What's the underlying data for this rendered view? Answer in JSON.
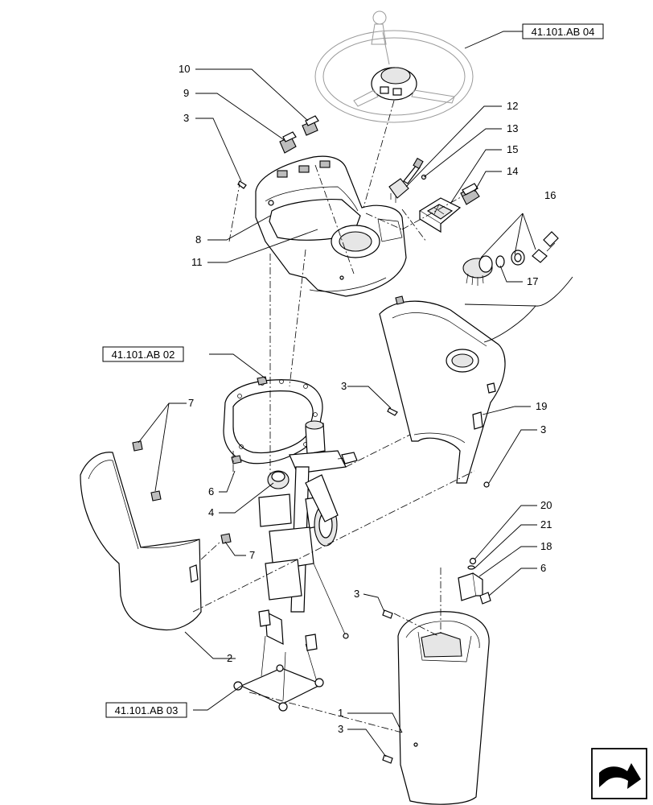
{
  "references": {
    "ref_top": "41.101.AB 04",
    "ref_mid": "41.101.AB 02",
    "ref_bottom": "41.101.AB 03"
  },
  "callouts": {
    "c10": "10",
    "c9": "9",
    "c3a": "3",
    "c12": "12",
    "c13": "13",
    "c15": "15",
    "c14": "14",
    "c16": "16",
    "c8": "8",
    "c11": "11",
    "c17": "17",
    "c3b": "3",
    "c19": "19",
    "c3c": "3",
    "c7a": "7",
    "c6a": "6",
    "c4": "4",
    "c7b": "7",
    "c20": "20",
    "c21": "21",
    "c18": "18",
    "c6b": "6",
    "c3d": "3",
    "c2": "2",
    "c1": "1",
    "c3e": "3"
  },
  "icons": {
    "nav": "next-page-arrow-icon"
  }
}
